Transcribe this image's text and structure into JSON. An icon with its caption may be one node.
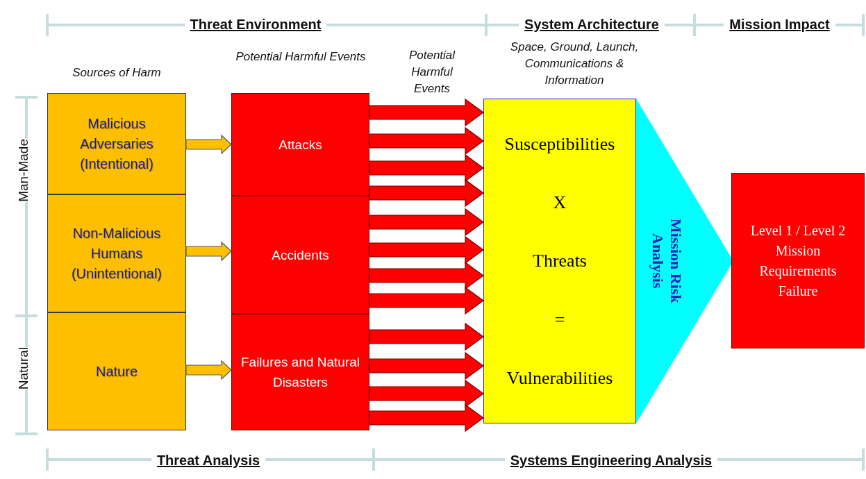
{
  "diagram": {
    "nodes": [
      {
        "text": [
          "Malicious Adversaries (Intentional)"
        ]
      },
      {
        "text": [
          "Non-Malicious Humans (Unintentional)"
        ]
      },
      {
        "text": [
          "Nature"
        ]
      },
      {
        "text": [
          "Attacks"
        ]
      },
      {
        "text": [
          "Accidents"
        ]
      },
      {
        "text": [
          "Failures and Natural Disasters"
        ]
      },
      {
        "text": [
          "Susceptibilities",
          "X",
          "Threats",
          "=",
          "Vulnerabilities"
        ]
      },
      {
        "text": [
          "Mission Risk Analysis"
        ]
      },
      {
        "text": [
          "Level 1 / Level 2 Mission Requirements Failure"
        ]
      }
    ],
    "edges": [
      {
        "from": 0,
        "to": 3,
        "arrow": "to",
        "color": "#ffc000"
      },
      {
        "from": 1,
        "to": 4,
        "arrow": "to",
        "color": "#ffc000"
      },
      {
        "from": 2,
        "to": 5,
        "arrow": "to",
        "color": "#ffc000"
      },
      {
        "from": 3,
        "to": 6,
        "arrow": "to",
        "style": "thick"
      },
      {
        "from": 3,
        "to": 6,
        "arrow": "to",
        "style": "thick"
      },
      {
        "from": 3,
        "to": 6,
        "arrow": "to",
        "style": "thick"
      },
      {
        "from": 3,
        "to": 6,
        "arrow": "to",
        "style": "thick"
      },
      {
        "from": 4,
        "to": 6,
        "arrow": "to",
        "style": "thick"
      },
      {
        "from": 4,
        "to": 6,
        "arrow": "to",
        "style": "thick"
      },
      {
        "from": 4,
        "to": 6,
        "arrow": "to",
        "style": "thick"
      },
      {
        "from": 4,
        "to": 6,
        "arrow": "to",
        "style": "thick"
      },
      {
        "from": 5,
        "to": 6,
        "arrow": "to",
        "style": "thick"
      },
      {
        "from": 5,
        "to": 6,
        "arrow": "to",
        "style": "thick"
      },
      {
        "from": 5,
        "to": 6,
        "arrow": "to",
        "style": "thick"
      },
      {
        "from": 5,
        "to": 6,
        "arrow": "to",
        "style": "thick"
      }
    ],
    "labels": [
      "Threat Environment",
      "System Architecture",
      "Mission Impact",
      "Sources of Harm",
      "Potential Harmful Events",
      "Potential Harmful Events",
      "Space, Ground, Launch, Communications & Information",
      "Man-Made",
      "Natural",
      "Threat Analysis",
      "Systems Engineering Analysis"
    ]
  }
}
